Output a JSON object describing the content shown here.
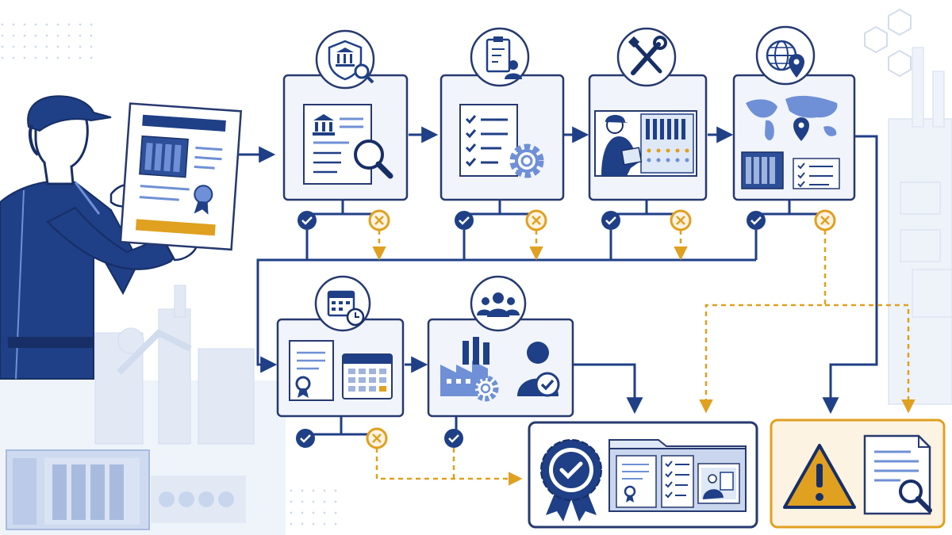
{
  "colors": {
    "navy": "#1f3f86",
    "navy_dark": "#172f66",
    "card_bg": "#f1f4fa",
    "card_border": "#26396f",
    "orange": "#e0a020",
    "orange_bg": "#fdf3e2",
    "light_blue": "#6f90d6",
    "pale_blue": "#dfe8f6",
    "background_pale": "#edf2fa"
  },
  "nodes": [
    {
      "id": "review-document",
      "icons": [
        "shield-bank-search-icon",
        "bank-document-magnifier-icon"
      ]
    },
    {
      "id": "compliance-checklist",
      "icons": [
        "clipboard-person-icon",
        "checklist-gear-icon"
      ]
    },
    {
      "id": "technical-inspection",
      "icons": [
        "wrench-screwdriver-icon",
        "technician-control-panel-icon"
      ]
    },
    {
      "id": "regional-approval",
      "icons": [
        "globe-pin-icon",
        "world-map-equipment-checklist-icon"
      ]
    },
    {
      "id": "certificate-scheduling",
      "icons": [
        "calendar-clock-icon",
        "certificate-calendar-icon"
      ]
    },
    {
      "id": "stakeholder-approval",
      "icons": [
        "people-group-icon",
        "factory-user-approved-icon"
      ]
    }
  ],
  "outcomes": [
    {
      "id": "approved-outcome",
      "icons": [
        "award-ribbon-check-icon",
        "document-folder-icon"
      ]
    },
    {
      "id": "rejected-outcome",
      "icons": [
        "warning-triangle-icon",
        "document-search-icon"
      ]
    }
  ],
  "decisions": [
    "pass-check-icon",
    "fail-x-icon"
  ]
}
